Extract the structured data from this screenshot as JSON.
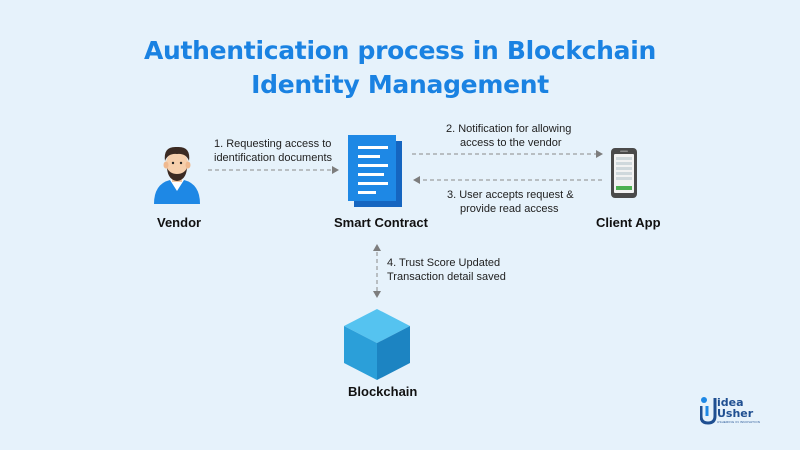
{
  "title": {
    "line1": "Authentication process in Blockchain",
    "line2": "Identity Management"
  },
  "nodes": {
    "vendor": "Vendor",
    "smart_contract": "Smart Contract",
    "client_app": "Client App",
    "blockchain": "Blockchain"
  },
  "edges": {
    "step1": [
      "1. Requesting access to",
      "identification documents"
    ],
    "step2": [
      "2. Notification for allowing",
      "access to the vendor"
    ],
    "step3": [
      "3. User accepts request &",
      "provide read access"
    ],
    "step4": [
      "4. Trust Score Updated",
      "Transaction detail saved"
    ]
  },
  "logo": {
    "line1": "idea",
    "line2": "Usher",
    "tagline": "USHERING IN INNOVATION"
  },
  "colors": {
    "title": "#1a82e2",
    "background": "#e6f2fb",
    "accent_blue": "#1e88e5",
    "cube": "#2fa9e0",
    "arrow": "#8a8a8a"
  }
}
